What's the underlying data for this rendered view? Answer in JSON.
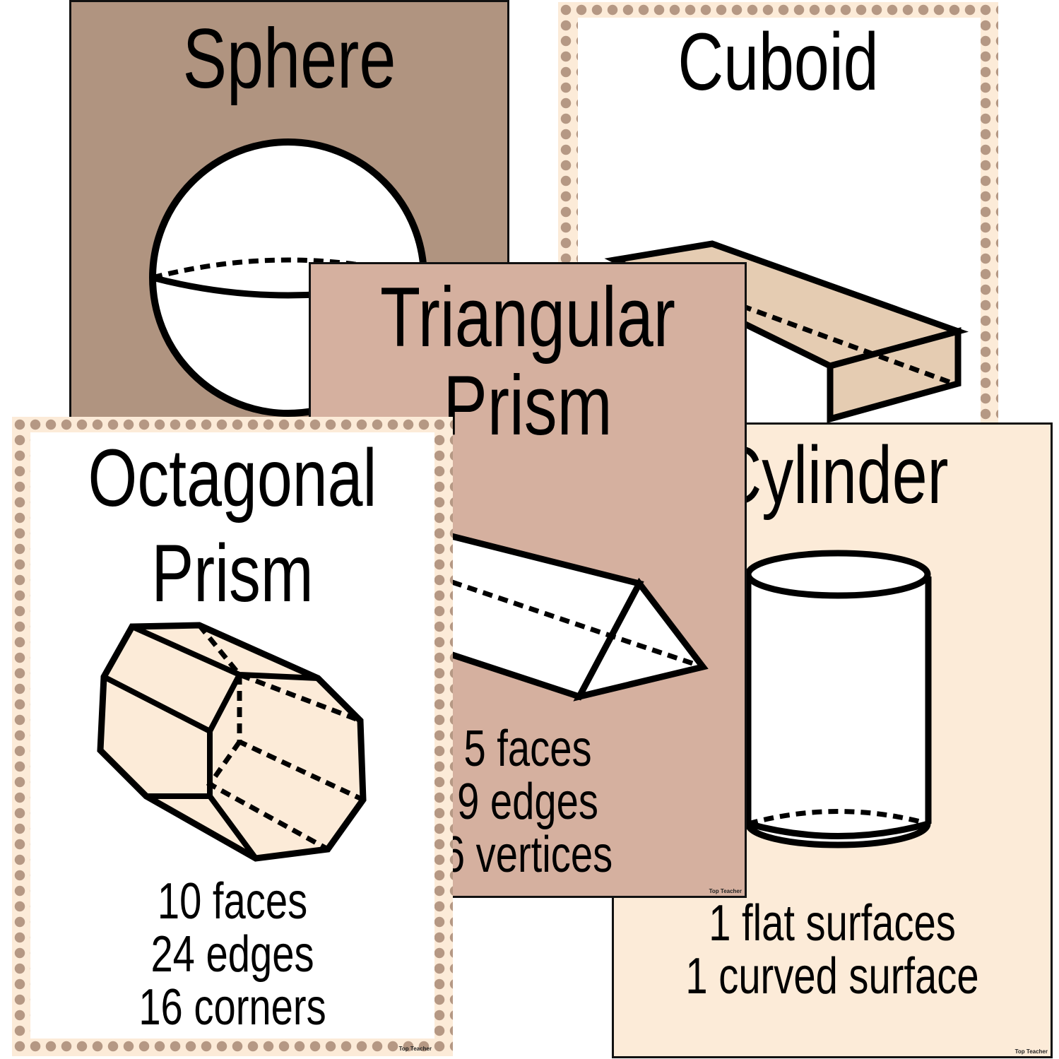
{
  "cards": {
    "sphere": {
      "title": "Sphere",
      "bg": "#b09480"
    },
    "cuboid": {
      "title": "Cuboid"
    },
    "cylinder": {
      "title": "Cylinder",
      "facts": [
        "1 flat surfaces",
        "1 curved surface"
      ],
      "bg": "#fcebd8",
      "brand": "Top Teacher"
    },
    "triangular": {
      "title_line1": "Triangular",
      "title_line2": "Prism",
      "facts": [
        "5 faces",
        "9 edges",
        "6 vertices"
      ],
      "bg": "#d5b09f",
      "brand": "Top Teacher"
    },
    "octagonal": {
      "title_line1": "Octagonal",
      "title_line2": "Prism",
      "facts": [
        "10 faces",
        "24 edges",
        "16 corners"
      ],
      "brand": "Top Teacher"
    }
  }
}
